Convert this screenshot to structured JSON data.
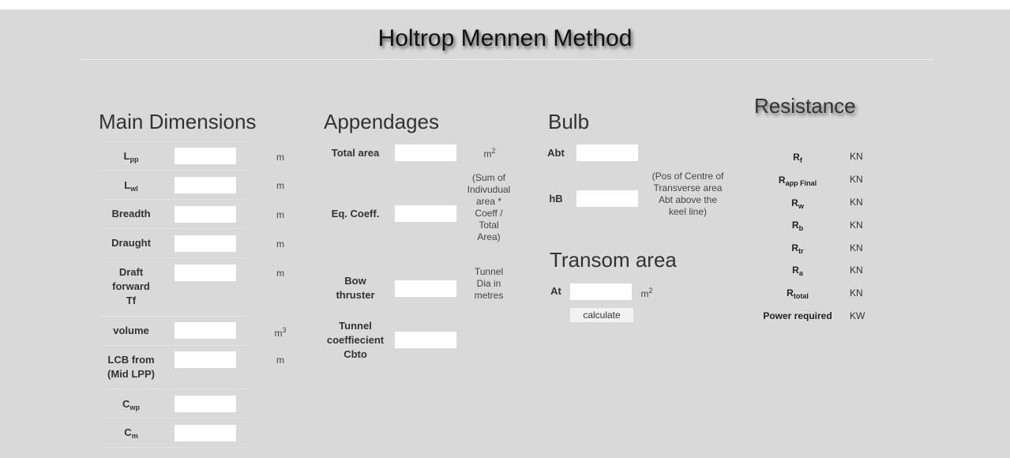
{
  "title": "Holtrop Mennen Method",
  "main_dimensions": {
    "heading": "Main Dimensions",
    "rows": [
      {
        "label": "L",
        "sub": "pp",
        "unit": "m"
      },
      {
        "label": "L",
        "sub": "wl",
        "unit": "m"
      },
      {
        "label": "Breadth",
        "unit": "m"
      },
      {
        "label": "Draught",
        "unit": "m"
      },
      {
        "label_lines": [
          "Draft",
          "forward",
          "Tf"
        ],
        "unit": "m"
      },
      {
        "label": "volume",
        "unit": "m",
        "unit_sup": "3"
      },
      {
        "label_lines": [
          "LCB from",
          "(Mid LPP)"
        ],
        "unit": "m"
      },
      {
        "label": "C",
        "sub": "wp",
        "unit": ""
      },
      {
        "label": "C",
        "sub": "m",
        "unit": ""
      }
    ]
  },
  "appendages": {
    "heading": "Appendages",
    "total_area_label": "Total area",
    "total_area_unit": "m",
    "total_area_unit_sup": "2",
    "eq_coeff_label": "Eq. Coeff.",
    "eq_coeff_note_lines": [
      "(Sum of",
      "Indivudual",
      "area *",
      "Coeff /",
      "Total",
      "Area)"
    ],
    "bow_thruster_lines": [
      "Bow",
      "thruster"
    ],
    "bow_thruster_note_lines": [
      "Tunnel",
      "Dia in",
      "metres"
    ],
    "tunnel_coeff_lines": [
      "Tunnel",
      "coeffiecient",
      "Cbto"
    ]
  },
  "bulb": {
    "heading": "Bulb",
    "abt_label": "Abt",
    "hb_label": "hB",
    "hb_note_lines": [
      "(Pos of Centre of",
      "Transverse area",
      "Abt above the",
      "keel line)"
    ]
  },
  "transom": {
    "heading": "Transom area",
    "at_label": "At",
    "at_unit": "m",
    "at_unit_sup": "2",
    "calculate_label": "calculate"
  },
  "resistance": {
    "heading": "Resistance",
    "rows": [
      {
        "label": "R",
        "sub": "f",
        "unit": "KN"
      },
      {
        "label": "R",
        "sub": "app Final",
        "unit": "KN"
      },
      {
        "label": "R",
        "sub": "w",
        "unit": "KN"
      },
      {
        "label": "R",
        "sub": "b",
        "unit": "KN"
      },
      {
        "label": "R",
        "sub": "tr",
        "unit": "KN"
      },
      {
        "label": "R",
        "sub": "a",
        "unit": "KN"
      },
      {
        "label": "R",
        "sub": "total",
        "unit": "KN"
      },
      {
        "label": "Power required",
        "unit": "KW"
      }
    ]
  }
}
